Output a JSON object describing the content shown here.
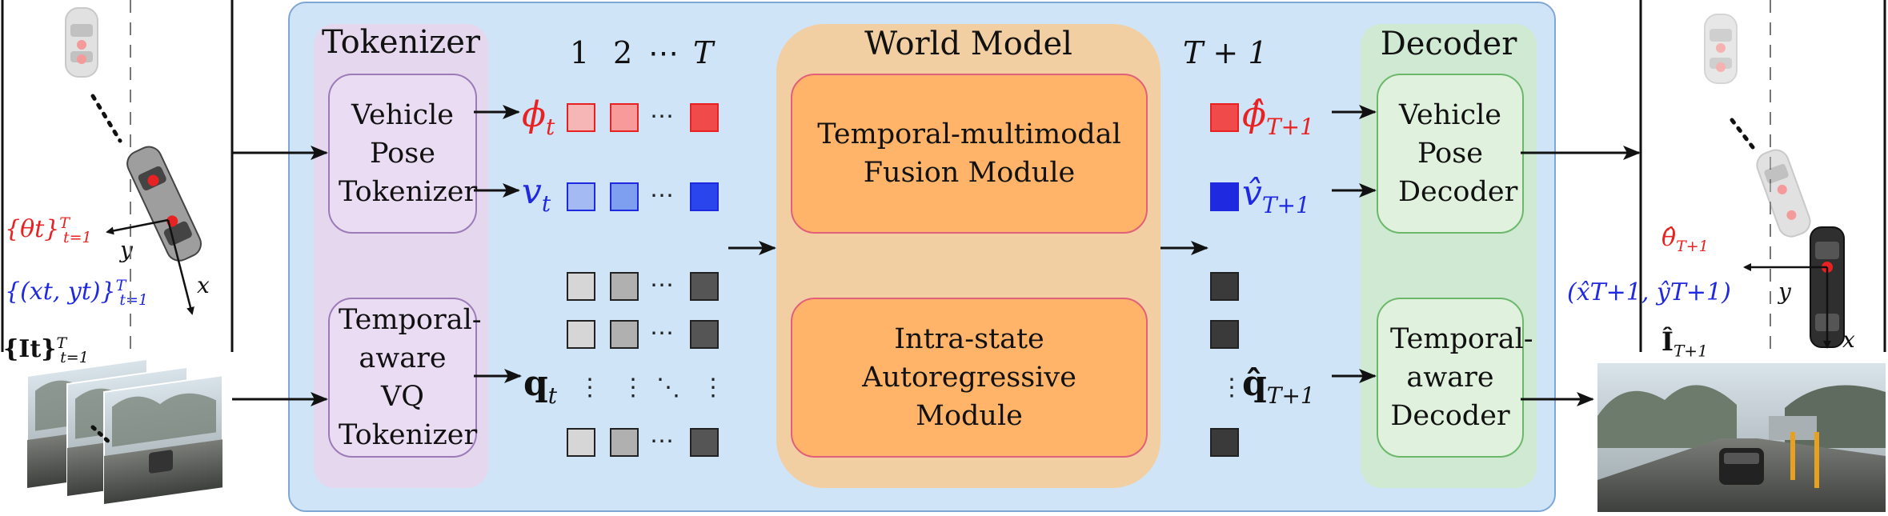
{
  "colors": {
    "outer_panel_fill": "#cfe4f7",
    "outer_panel_border": "#7fa7d6",
    "tokenizer_fill": "#e4d7ee",
    "tokenizer_box_border": "#9c7bb8",
    "world_model_fill": "#f2cfa2",
    "world_model_box_fill": "#ffb469",
    "world_model_box_border": "#e2607a",
    "decoder_fill": "#cfe9d3",
    "decoder_box_fill": "#e0f2dd",
    "decoder_box_border": "#6cb86a",
    "red": "#e82222",
    "blue": "#1f2ae0",
    "red_light": "#f7b6b6",
    "red_mid": "#f79a9a",
    "red_dark": "#f14a4a",
    "blue_light": "#a3baf2",
    "blue_mid": "#7e9eef",
    "blue_dark": "#2a45ec",
    "gray_light": "#d6d6d6",
    "gray_mid": "#b0b0b0",
    "gray_dark": "#555555"
  },
  "labels": {
    "tokenizer": "Tokenizer",
    "world_model": "World Model",
    "decoder": "Decoder",
    "seq_1": "1",
    "seq_2": "2",
    "seq_dots": "⋯",
    "seq_T": "T",
    "next_step": "T + 1",
    "ellipsis": "⋯"
  },
  "modules": {
    "vehicle_pose_tokenizer": "Vehicle Pose Tokenizer",
    "temporal_vq_tokenizer": "Temporal-aware VQ Tokenizer",
    "fusion_module": "Temporal-multimodal Fusion Module",
    "autoregressive_module": "Intra-state Autoregressive Module",
    "vehicle_pose_decoder": "Vehicle Pose Decoder",
    "temporal_decoder": "Temporal-aware Decoder"
  },
  "math": {
    "phi_t": "ϕ",
    "phi_t_sub": "t",
    "v_t": "v",
    "v_t_sub": "t",
    "q_t": "q",
    "q_t_sub": "t",
    "phi_hat": "ϕ̂",
    "phi_hat_sub": "T+1",
    "v_hat": "v̂",
    "v_hat_sub": "T+1",
    "q_hat": "q̂",
    "q_hat_sub": "T+1",
    "theta_seq": "{θt}",
    "theta_sup": "T",
    "theta_sub": "t=1",
    "xy_seq": "{(xt, yt)}",
    "xy_sup": "T",
    "xy_sub": "t=1",
    "img_seq": "{It}",
    "img_sup": "T",
    "img_sub": "t=1",
    "theta_hat": "θ̂",
    "theta_hat_sub": "T+1",
    "xy_hat": "(x̂T+1, ŷT+1)",
    "img_hat": "Î",
    "img_hat_sub": "T+1",
    "axis_x": "x",
    "axis_y": "y"
  }
}
